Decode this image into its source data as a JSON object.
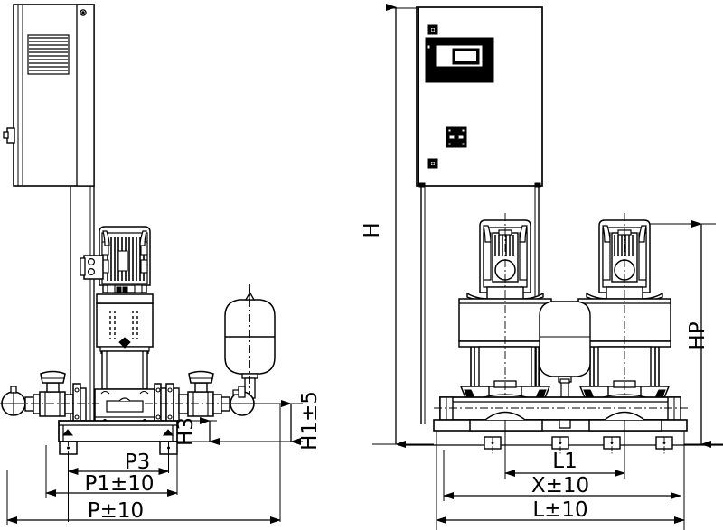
{
  "document": {
    "type": "technical-dimension-drawing",
    "subject": "Booster pump set with control cabinet, two vertical multistage pumps, diaphragm pressure vessel and base frame",
    "views": [
      {
        "id": "side-view",
        "name": "Side elevation (left)"
      },
      {
        "id": "front-view",
        "name": "Front elevation (right)"
      }
    ]
  },
  "dimensions": {
    "side_view": [
      {
        "id": "P3",
        "label": "P3",
        "orientation": "horizontal",
        "note": "inner foot spacing"
      },
      {
        "id": "P1",
        "label": "P1±10",
        "orientation": "horizontal",
        "note": "frame depth"
      },
      {
        "id": "P",
        "label": "P±10",
        "orientation": "horizontal",
        "note": "overall depth"
      },
      {
        "id": "H3",
        "label": "H3",
        "orientation": "vertical",
        "note": "base frame height"
      },
      {
        "id": "H1",
        "label": "H1±5",
        "orientation": "vertical",
        "note": "manifold centre height"
      }
    ],
    "front_view": [
      {
        "id": "H",
        "label": "H",
        "orientation": "vertical",
        "note": "overall height"
      },
      {
        "id": "HP",
        "label": "HP",
        "orientation": "vertical",
        "note": "pump height"
      },
      {
        "id": "L1",
        "label": "L1",
        "orientation": "horizontal",
        "note": "pump centre spacing"
      },
      {
        "id": "X",
        "label": "X±10",
        "orientation": "horizontal",
        "note": "outer foot spacing"
      },
      {
        "id": "L",
        "label": "L±10",
        "orientation": "horizontal",
        "note": "overall length"
      }
    ]
  },
  "components": {
    "side_view": [
      {
        "name": "control-cabinet",
        "label": "Control cabinet (side)"
      },
      {
        "name": "cabinet-vent-louvres",
        "label": "Ventilation louvres"
      },
      {
        "name": "cabinet-latch",
        "label": "Door latch"
      },
      {
        "name": "cabinet-screw",
        "label": "Fixing screw"
      },
      {
        "name": "pump-motor",
        "label": "Pump motor"
      },
      {
        "name": "motor-terminal-box",
        "label": "Motor terminal box"
      },
      {
        "name": "pump-hydraulic",
        "label": "Pump hydraulic body"
      },
      {
        "name": "pressure-vessel",
        "label": "Diaphragm pressure vessel"
      },
      {
        "name": "suction-manifold",
        "label": "Suction manifold"
      },
      {
        "name": "discharge-manifold",
        "label": "Discharge manifold"
      },
      {
        "name": "isolating-valve",
        "label": "Isolating valve"
      },
      {
        "name": "check-valve",
        "label": "Check valve"
      },
      {
        "name": "pressure-sensor",
        "label": "Pressure sensor"
      },
      {
        "name": "base-frame",
        "label": "Base frame"
      },
      {
        "name": "anti-vibration-foot",
        "label": "Anti-vibration foot"
      }
    ],
    "front_view": [
      {
        "name": "control-cabinet",
        "label": "Control cabinet (front)"
      },
      {
        "name": "cabinet-display",
        "label": "Operating display / HMI"
      },
      {
        "name": "cabinet-main-switch",
        "label": "Main switch"
      },
      {
        "name": "cabinet-fan-grille",
        "label": "Fan grille"
      },
      {
        "name": "cabinet-screw-top",
        "label": "Fixing screw top"
      },
      {
        "name": "cabinet-screw-bottom",
        "label": "Fixing screw bottom"
      },
      {
        "name": "cabinet-support-post",
        "label": "Cabinet support post"
      },
      {
        "name": "pump-1",
        "label": "Pump 1"
      },
      {
        "name": "pump-2",
        "label": "Pump 2"
      },
      {
        "name": "pressure-vessel",
        "label": "Diaphragm pressure vessel"
      },
      {
        "name": "manifold",
        "label": "Manifold"
      },
      {
        "name": "base-frame",
        "label": "Base frame"
      },
      {
        "name": "anti-vibration-foot",
        "label": "Anti-vibration foot"
      }
    ]
  },
  "style": {
    "line_color": "#000000",
    "background": "#ffffff",
    "fill_light": "#ffffff",
    "fill_dark": "#000000"
  }
}
